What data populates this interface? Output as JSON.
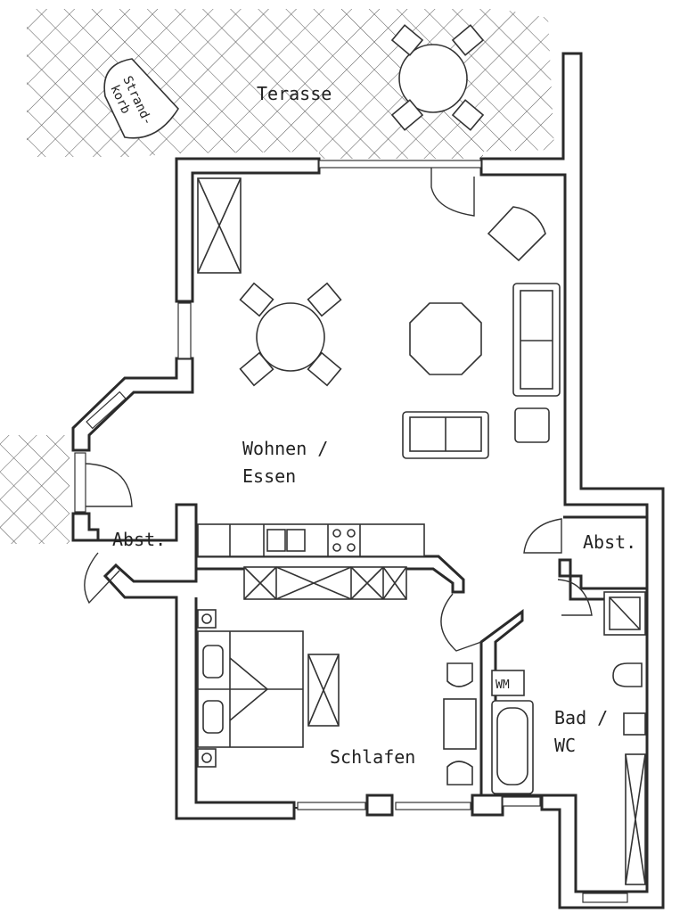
{
  "rooms": {
    "terrace": "Terasse",
    "beach_chair_line1": "Strand-",
    "beach_chair_line2": "korb",
    "living_line1": "Wohnen /",
    "living_line2": "Essen",
    "storage_left": "Abst.",
    "storage_right": "Abst.",
    "bedroom": "Schlafen",
    "bath_line1": "Bad /",
    "bath_line2": "WC",
    "washing_machine": "WM"
  }
}
